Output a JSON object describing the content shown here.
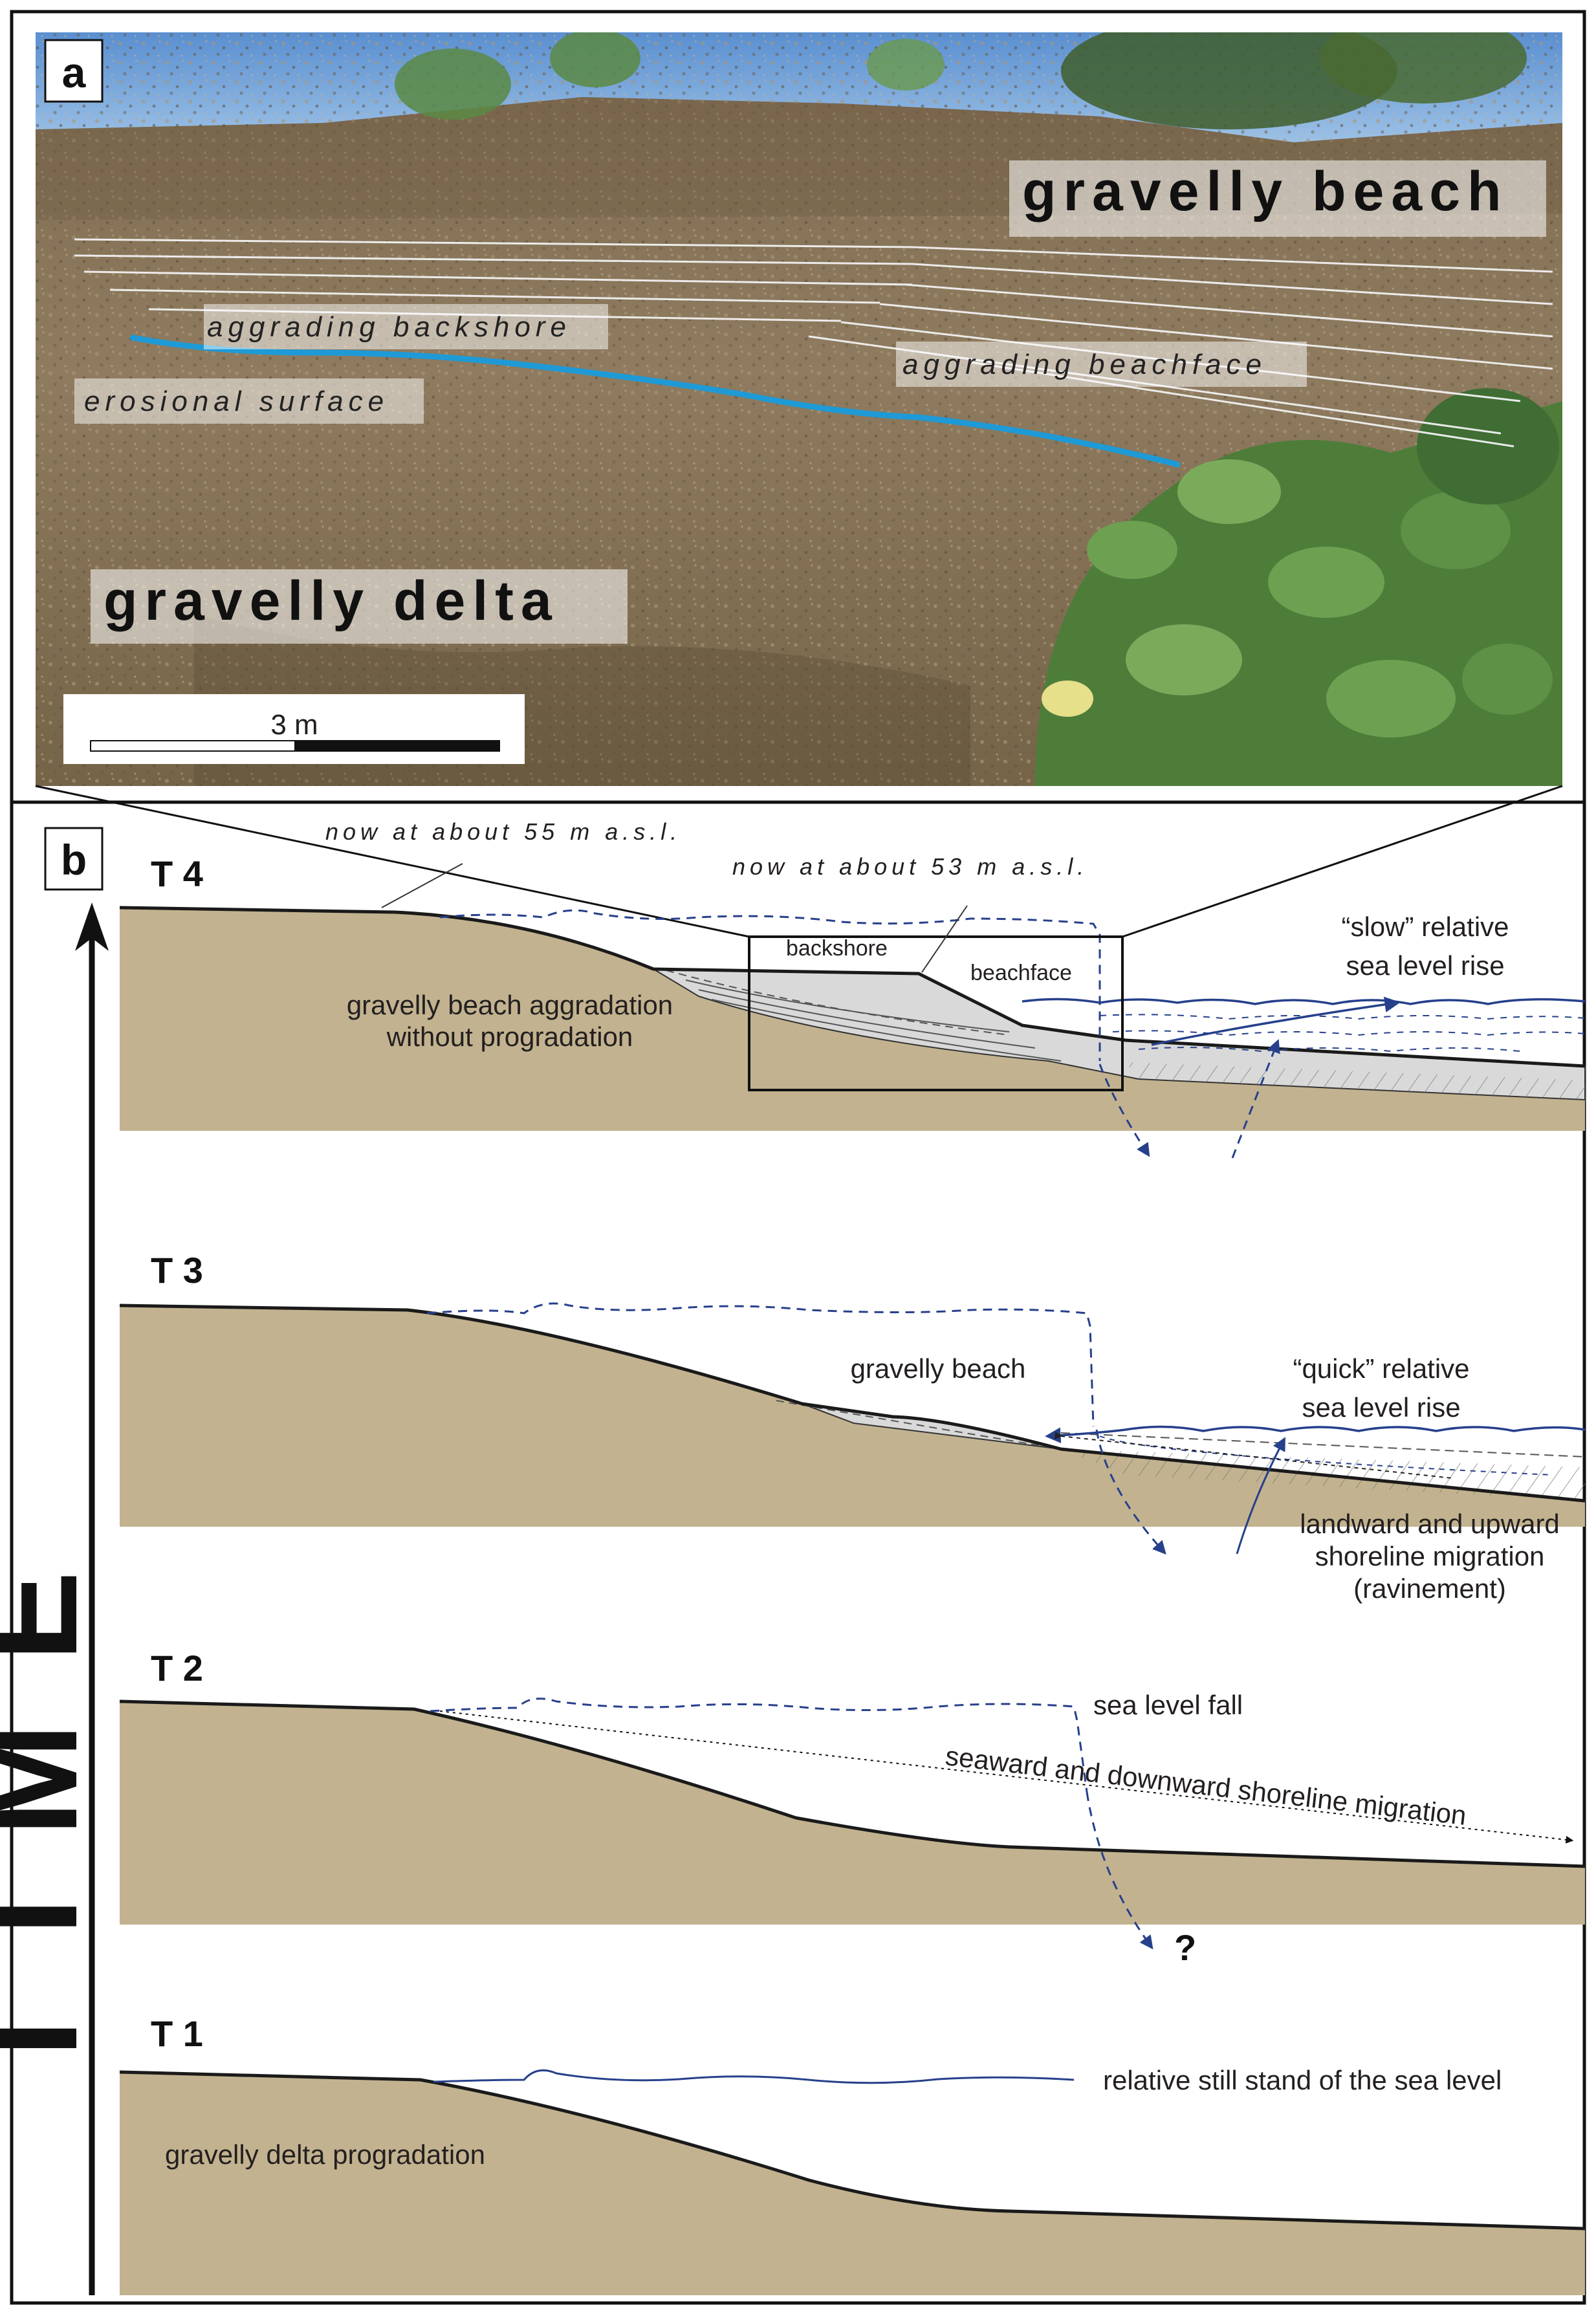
{
  "panel_a": {
    "letter": "a",
    "labels": {
      "gravelly_beach": "gravelly beach",
      "aggrading_backshore": "aggrading backshore",
      "aggrading_beachface": "aggrading beachface",
      "erosional_surface": "erosional surface",
      "gravelly_delta": "gravelly delta"
    },
    "scale_bar": {
      "label": "3 m"
    },
    "colors": {
      "erosional_surface_line": "#1e9ad6",
      "sky": "#6fa3d8",
      "outcrop": "#8a7457",
      "vegetation": "#4e7d3a"
    }
  },
  "panel_b": {
    "letter": "b",
    "time_axis_label": "TIME",
    "colors": {
      "substrate": "#c2b28f",
      "beach_deposit": "#d9d9da",
      "sea_line": "#26408b",
      "outline": "#1a1a1a"
    },
    "stages": {
      "t4": {
        "label": "T 4",
        "annotation_55": "now at about 55 m a.s.l.",
        "annotation_53": "now at about 53 m a.s.l.",
        "backshore": "backshore",
        "beachface": "beachface",
        "caption_line1": "gravelly beach aggradation",
        "caption_line2": "without progradation",
        "sea_line1": "“slow” relative",
        "sea_line2": "sea level rise"
      },
      "t3": {
        "label": "T 3",
        "beach": "gravelly beach",
        "sea_line1": "“quick” relative",
        "sea_line2": "sea level rise",
        "migration_line1": "landward and upward",
        "migration_line2": "shoreline migration",
        "migration_line3": "(ravinement)"
      },
      "t2": {
        "label": "T 2",
        "sea_level_fall": "sea level fall",
        "migration": "seaward and downward shoreline migration",
        "question": "?"
      },
      "t1": {
        "label": "T 1",
        "still_stand": "relative still stand of the sea level",
        "caption": "gravelly delta progradation"
      }
    }
  }
}
